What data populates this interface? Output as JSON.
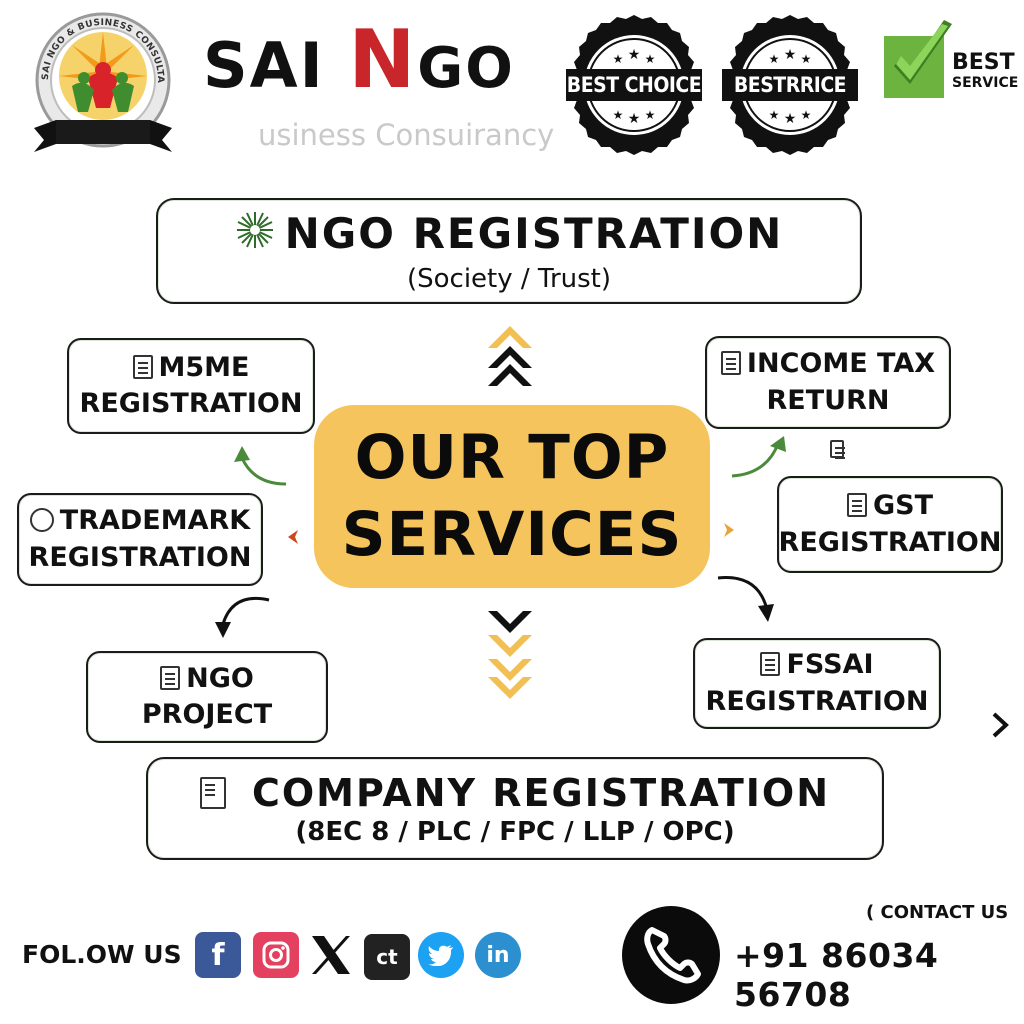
{
  "header": {
    "logo_ring_text": "SAI NGO & BUSINESS CONSULTANCY",
    "brand_sai": "SAI",
    "brand_n": "N",
    "brand_go": "GO",
    "tagline": "usiness Consuirancy",
    "badge_1": "BEST CHOICE",
    "badge_2": "BESTRRICE",
    "best_service_title": "BEST",
    "best_service_sub": "SERVICE"
  },
  "main_services": {
    "ngo_title": "NGO REGISTRATION",
    "ngo_sub": "(Society / Trust)",
    "company_title": "COMPANY REGISTRATION",
    "company_sub": "(8EC 8 / PLC / FPC / LLP / OPC)"
  },
  "center": {
    "line_1": "OUR TOP",
    "line_2": "SERVICES"
  },
  "services": {
    "msme_1": "M5ME",
    "msme_2": "REGISTRATION",
    "income_1": "INCOME TAX",
    "income_2": "RETURN",
    "trademark_1": "TRADEMARK",
    "trademark_2": "REGISTRATION",
    "gst_1": "GST",
    "gst_2": "REGISTRATION",
    "ngo_project_1": "NGO",
    "ngo_project_2": "PROJECT",
    "fssai_1": "FSSAI",
    "fssai_2": "REGISTRATION"
  },
  "footer": {
    "follow_label": "FOL.OW US",
    "contact_label": "CONTACT US",
    "phone": "+91 86034 56708"
  },
  "colors": {
    "accent_yellow": "#f6c45c",
    "arrow_gold": "#f2bf55",
    "brand_red": "#c8262b",
    "arrow_green": "#4a8a3a",
    "facebook": "#3b5998",
    "instagram": "#e4405f",
    "twitter": "#1da1f2",
    "linkedin": "#2b8fd0",
    "check_green": "#6cb33f"
  },
  "icons": [
    "logo-emblem",
    "badge-star",
    "check-icon",
    "doc-icon",
    "chevron-up-icon",
    "chevron-down-icon",
    "curved-arrow-icon",
    "phone-icon",
    "facebook-icon",
    "instagram-icon",
    "x-icon",
    "ct-icon",
    "twitter-icon",
    "linkedin-icon",
    "chevron-right-icon"
  ]
}
